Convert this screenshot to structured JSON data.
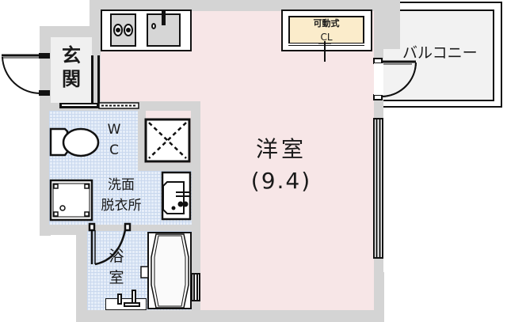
{
  "floorplan": {
    "rooms": {
      "western_room": {
        "name": "洋室",
        "size": "(9.4)"
      },
      "entrance": {
        "name_line1": "玄",
        "name_line2": "関"
      },
      "wc": {
        "name_line1": "W",
        "name_line2": "C"
      },
      "washroom": {
        "name_line1": "洗面",
        "name_line2": "脱衣所"
      },
      "bathroom": {
        "name_line1": "浴",
        "name_line2": "室"
      },
      "balcony": {
        "name": "バルコニー"
      },
      "closet": {
        "name_line1": "可動式",
        "name_line2": "CL"
      }
    },
    "colors": {
      "wall": "#d4d4d4",
      "western_room_floor": "#f7e6e7",
      "wet_area_floor": "#e6eef9",
      "closet_fill": "#fbeccb",
      "balcony_floor": "#f2f2f2",
      "line": "#111111"
    }
  }
}
